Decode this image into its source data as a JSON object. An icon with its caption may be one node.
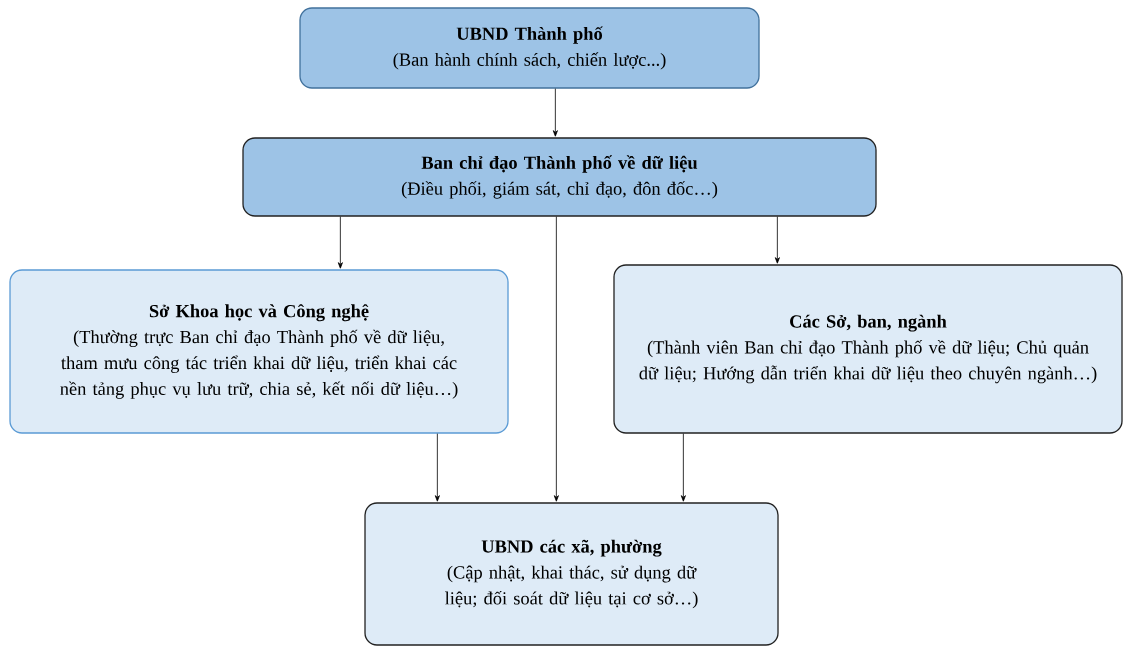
{
  "diagram": {
    "nodes": [
      {
        "text": [
          "UBND Thành phố",
          "(Ban hành chính sách, chiến lược...)"
        ]
      },
      {
        "text": [
          "Ban chỉ đạo Thành phố về dữ liệu",
          "(Điều phối, giám sát, chỉ đạo, đôn đốc…)"
        ]
      },
      {
        "text": [
          "Sở Khoa học và Công nghệ",
          "(Thường trực Ban chỉ đạo Thành phố về dữ liệu, tham mưu công tác triển khai dữ liệu, triển khai các nền tảng phục vụ lưu trữ, chia sẻ, kết nối dữ liệu…)"
        ]
      },
      {
        "text": [
          "Các Sở, ban, ngành",
          "(Thành viên Ban chỉ đạo Thành phố về dữ liệu; Chủ quản dữ liệu; Hướng dẫn triển khai dữ liệu theo chuyên ngành…)"
        ]
      },
      {
        "text": [
          "UBND các xã, phường",
          "(Cập nhật, khai thác, sử dụng dữ liệu; đối soát dữ liệu tại cơ sở…)"
        ]
      }
    ],
    "edges": [
      {
        "from": 0,
        "to": 1,
        "arrow": "to"
      },
      {
        "from": 1,
        "to": 2,
        "arrow": "to"
      },
      {
        "from": 1,
        "to": 4,
        "arrow": "to"
      },
      {
        "from": 1,
        "to": 3,
        "arrow": "to"
      },
      {
        "from": 2,
        "to": 4,
        "arrow": "to"
      },
      {
        "from": 3,
        "to": 4,
        "arrow": "to"
      }
    ]
  }
}
